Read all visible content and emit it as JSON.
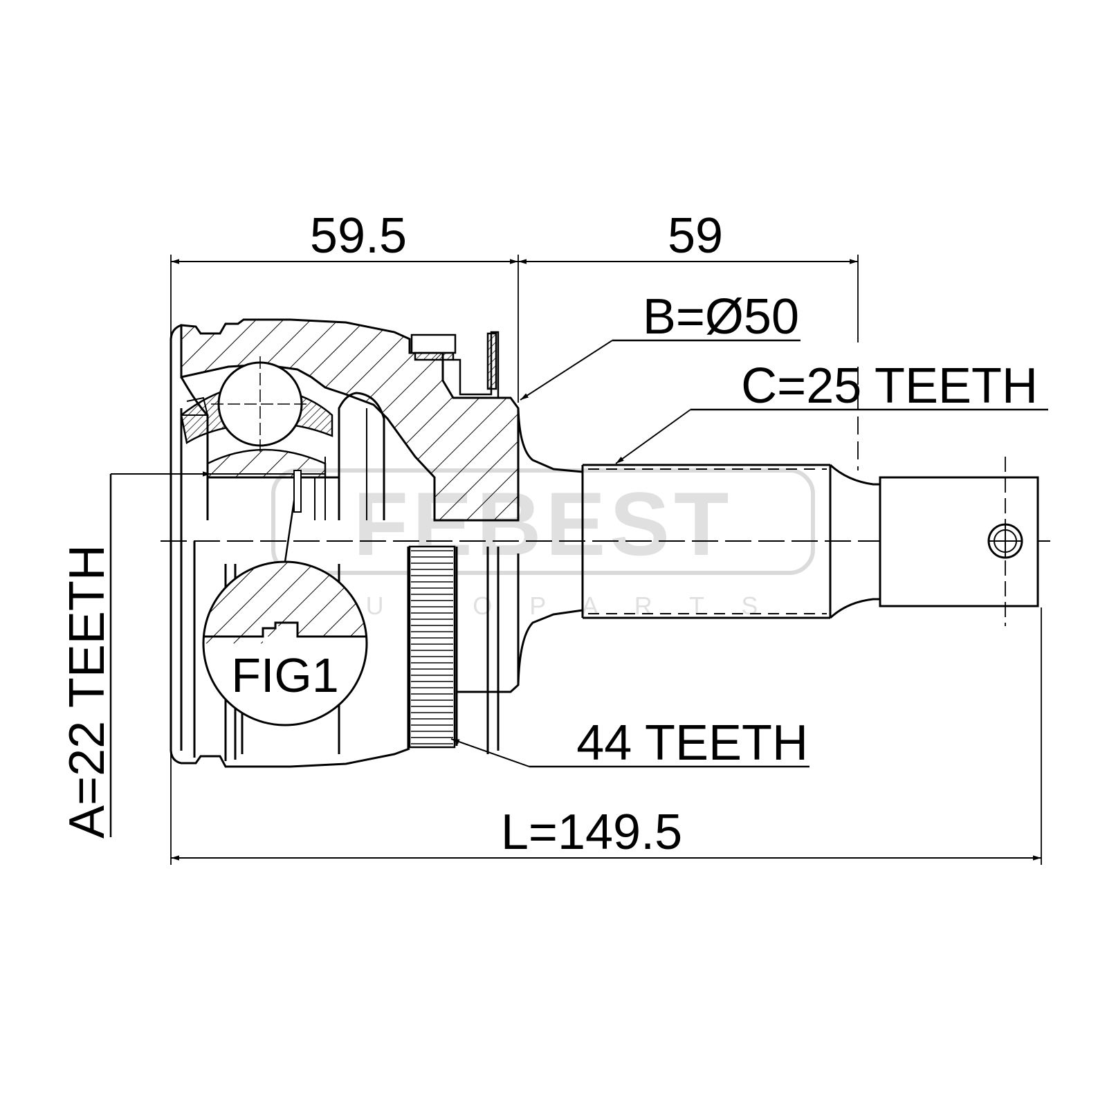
{
  "dimensions": {
    "left_length": "59.5",
    "right_length": "59",
    "outer_diameter": "B=Ø50",
    "outer_spline": "C=25 TEETH",
    "inner_spline": "A=22 TEETH",
    "abs_ring": "44 TEETH",
    "total_length": "L=149.5"
  },
  "detail_label": "FIG1",
  "watermark": {
    "brand": "FEBEST",
    "tagline": "A U T O   P A R T S"
  },
  "colors": {
    "line": "#000000",
    "background": "#ffffff",
    "watermark": "#c8c8c8"
  }
}
